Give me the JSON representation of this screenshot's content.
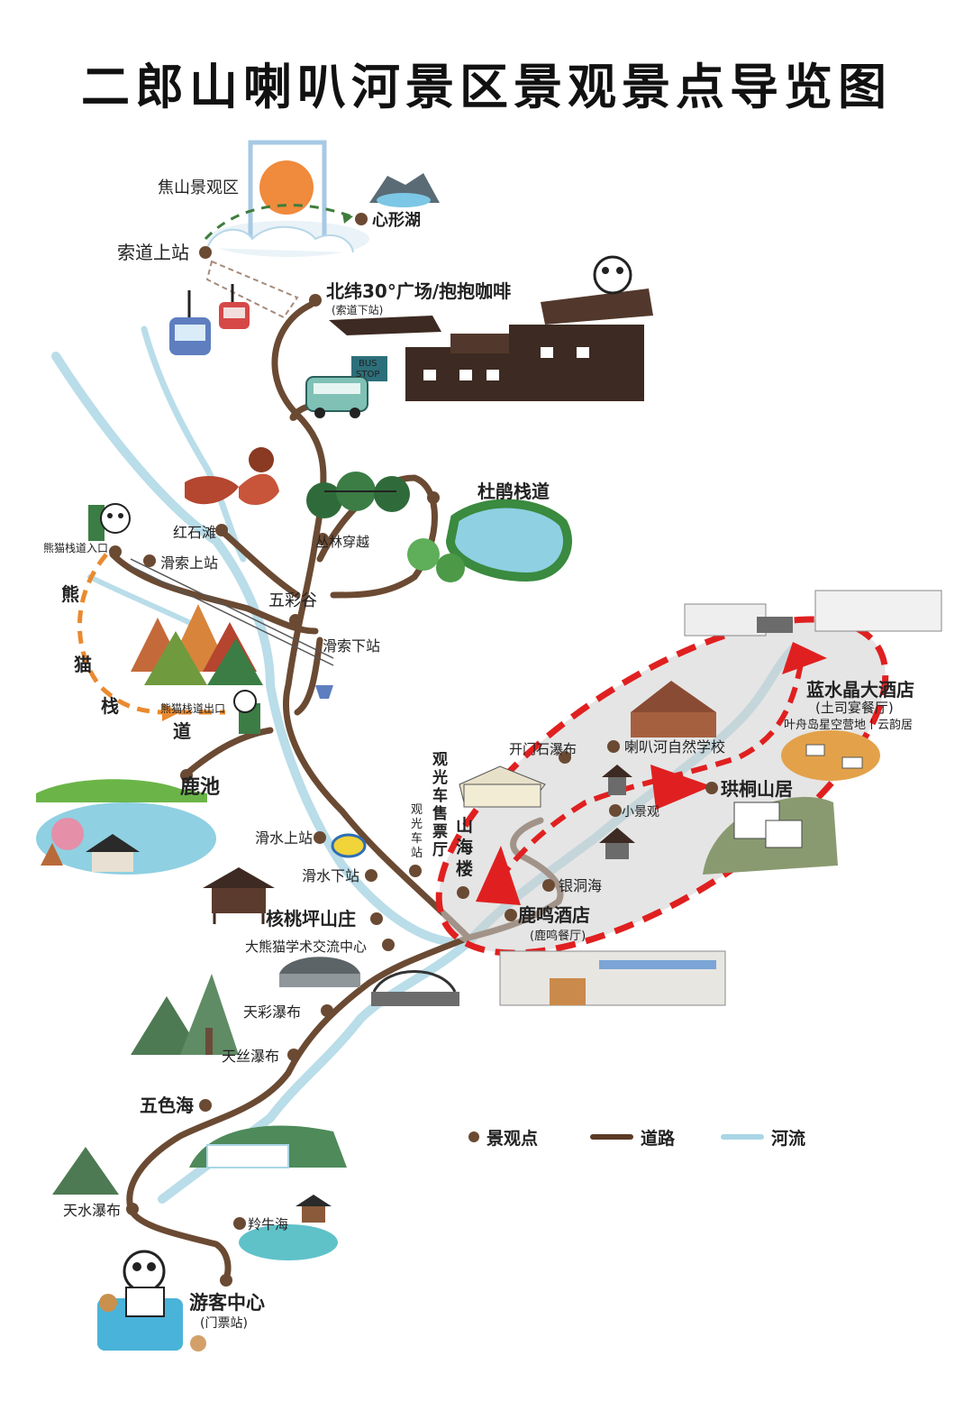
{
  "title": "二郎山喇叭河景区景观景点导览图",
  "colors": {
    "road": "#6b4a33",
    "river": "#a9d6e5",
    "route": "#e02020",
    "spot": "#6b4a33",
    "panda_trail": "#e98a2f"
  },
  "labels": {
    "jiaoshan": "焦山景观区",
    "xinxinghu": "心形湖",
    "suodao_shang": "索道上站",
    "beiwei": "北纬30°广场/抱抱咖啡",
    "suodao_xia": "(索道下站)",
    "bus_stop_line1": "BUS",
    "bus_stop_line2": "STOP",
    "hongshitan": "红石滩",
    "xiongmao_rukou": "熊猫栈道入口",
    "huasuo_shang": "滑索上站",
    "conglin": "丛林穿越",
    "dujuan": "杜鹃栈道",
    "wucaigu": "五彩谷",
    "huasuo_xia": "滑索下站",
    "xiongmao_chukou": "熊猫栈道出口",
    "trail_xiong": "熊",
    "trail_mao": "猫",
    "trail_zhan": "栈",
    "trail_dao": "道",
    "luchi": "鹿池",
    "huashui_shang": "滑水上站",
    "huashui_xia": "滑水下站",
    "hetaoping": "核桃坪山庄",
    "daxiongmao": "大熊猫学术交流中心",
    "guanguang_piao_1": "观",
    "guanguang_piao_2": "光",
    "guanguang_piao_3": "车",
    "guanguang_piao_4": "售",
    "guanguang_piao_5": "票",
    "guanguang_piao_6": "厅",
    "guanguang_zhan_1": "观",
    "guanguang_zhan_2": "光",
    "guanguang_zhan_3": "车",
    "guanguang_zhan_4": "站",
    "shanhai_1": "山",
    "shanhai_2": "海",
    "shanhai_3": "楼",
    "kaimen": "开门石瀑布",
    "ziran": "喇叭河自然学校",
    "lanshuijing": "蓝水晶大酒店",
    "tusi": "(土司宴餐厅)",
    "yezhou": "叶舟岛星空营地丨云韵居",
    "gongtong": "珙桐山居",
    "xiaojingguan": "小景观",
    "yindonghai": "银洞海",
    "luming": "鹿鸣酒店",
    "luming_sub": "(鹿鸣餐厅)",
    "tiancai": "天彩瀑布",
    "tiansi": "天丝瀑布",
    "wuse": "五色海",
    "tianshui": "天水瀑布",
    "lingniu": "羚牛海",
    "youke": "游客中心",
    "menpiao": "(门票站)"
  },
  "legend": {
    "spot": "景观点",
    "road": "道路",
    "river": "河流"
  }
}
